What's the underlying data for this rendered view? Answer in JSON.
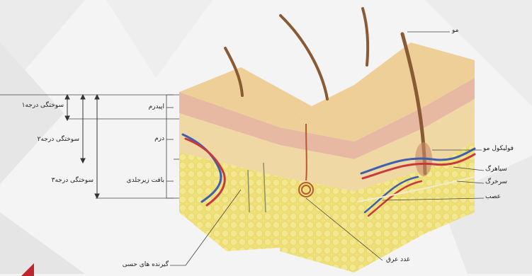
{
  "labels": {
    "hair": "مو",
    "hair_follicle": "فولیکول مو",
    "vein": "سیاهرگ",
    "artery": "سرخرگ",
    "nerve": "عصب",
    "sweat_gland": "غدد عرق",
    "sensory_receptors": "گیرنده های حسی",
    "epidermis": "اپیدرم",
    "dermis": "درم",
    "subcutaneous": "بافت زیرجلدی",
    "burn_first": "سوختگی درجه۱",
    "burn_second": "سوختگی درجه۲",
    "burn_third": "سوختگی درجه۳"
  },
  "colors": {
    "epidermis_top": "#efcf98",
    "epidermis_side": "#e8b9a2",
    "dermis": "#f0d8a4",
    "fat": "#efe07a",
    "hair": "#8a5a35",
    "vein": "#3f5fb0",
    "artery": "#c8383c",
    "accent": "#c0252c"
  }
}
